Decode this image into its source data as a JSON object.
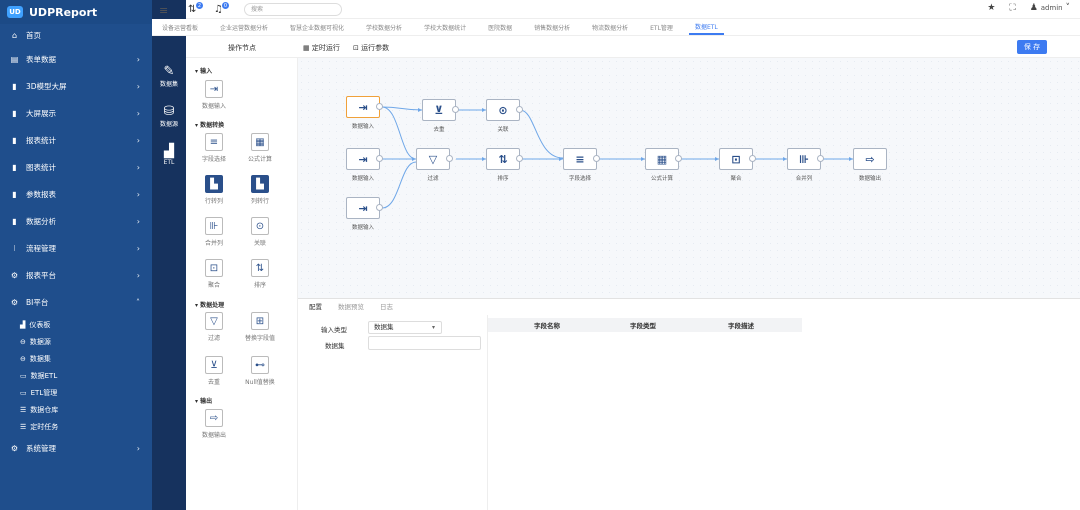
{
  "app": {
    "name": "UDPReport",
    "logo_text": "UD"
  },
  "sidebar": {
    "home": "首页",
    "items": [
      {
        "label": "表单数据",
        "icon": "form-icon"
      },
      {
        "label": "3D模型大屏",
        "icon": "bar-chart-icon"
      },
      {
        "label": "大屏展示",
        "icon": "bar-chart-icon"
      },
      {
        "label": "报表统计",
        "icon": "bar-chart-icon"
      },
      {
        "label": "图表统计",
        "icon": "bar-chart-icon"
      },
      {
        "label": "参数报表",
        "icon": "bar-chart-icon"
      },
      {
        "label": "数据分析",
        "icon": "bar-chart-icon"
      },
      {
        "label": "流程管理",
        "icon": "flow-icon"
      },
      {
        "label": "报表平台",
        "icon": "gear-icon"
      },
      {
        "label": "BI平台",
        "icon": "gear-icon"
      }
    ],
    "bi_sub": [
      "仪表板",
      "数据源",
      "数据集",
      "数据ETL",
      "ETL管理",
      "数据仓库",
      "定时任务"
    ],
    "system": "系统管理"
  },
  "rail": [
    {
      "label": "数据集",
      "icon": "edit-icon"
    },
    {
      "label": "数据源",
      "icon": "database-icon"
    },
    {
      "label": "ETL",
      "icon": "etl-chart-icon"
    }
  ],
  "topbar": {
    "search_placeholder": "搜索",
    "badge1": "2",
    "badge2": "0",
    "user": "admin"
  },
  "tabs": [
    "设备运营看板",
    "企业运营数据分析",
    "智慧企业数据可视化",
    "学校数据分析",
    "学校大数据统计",
    "医院数据",
    "销售数据分析",
    "物流数据分析",
    "ETL管理",
    "数据ETL"
  ],
  "toolbar": {
    "nodes_title": "操作节点",
    "timer": "定时运行",
    "params": "运行参数",
    "save": "保 存"
  },
  "palette": {
    "sections": [
      "输入",
      "数据转换",
      "数据处理",
      "输出"
    ],
    "items": [
      {
        "label": "数据输入"
      },
      {
        "label": "字段选择"
      },
      {
        "label": "公式计算"
      },
      {
        "label": "行转列"
      },
      {
        "label": "列转行"
      },
      {
        "label": "合并列"
      },
      {
        "label": "关联"
      },
      {
        "label": "聚合"
      },
      {
        "label": "排序"
      },
      {
        "label": "过滤"
      },
      {
        "label": "替换字段值"
      },
      {
        "label": "去重"
      },
      {
        "label": "Null值替换"
      },
      {
        "label": "数据输出"
      }
    ]
  },
  "flow": {
    "nodes": [
      {
        "label": "数据输入",
        "icon": "input-icon"
      },
      {
        "label": "去重",
        "icon": "dedupe-icon"
      },
      {
        "label": "关联",
        "icon": "join-icon"
      },
      {
        "label": "数据输入",
        "icon": "input-icon"
      },
      {
        "label": "过滤",
        "icon": "filter-icon"
      },
      {
        "label": "排序",
        "icon": "sort-icon"
      },
      {
        "label": "字段选择",
        "icon": "field-select-icon"
      },
      {
        "label": "公式计算",
        "icon": "calculator-icon"
      },
      {
        "label": "聚合",
        "icon": "aggregate-icon"
      },
      {
        "label": "合并列",
        "icon": "merge-column-icon"
      },
      {
        "label": "数据输出",
        "icon": "output-icon"
      },
      {
        "label": "数据输入",
        "icon": "input-icon"
      }
    ]
  },
  "bottom": {
    "tabs": [
      "配置",
      "数据预览",
      "日志"
    ],
    "input_type_label": "输入类型",
    "input_type_value": "数据集",
    "dataset_label": "数据集",
    "columns": [
      "字段名称",
      "字段类型",
      "字段描述"
    ]
  },
  "colors": {
    "sidebar": "#1f4e8c",
    "rail": "#16325e",
    "accent": "#3d7bf1"
  }
}
